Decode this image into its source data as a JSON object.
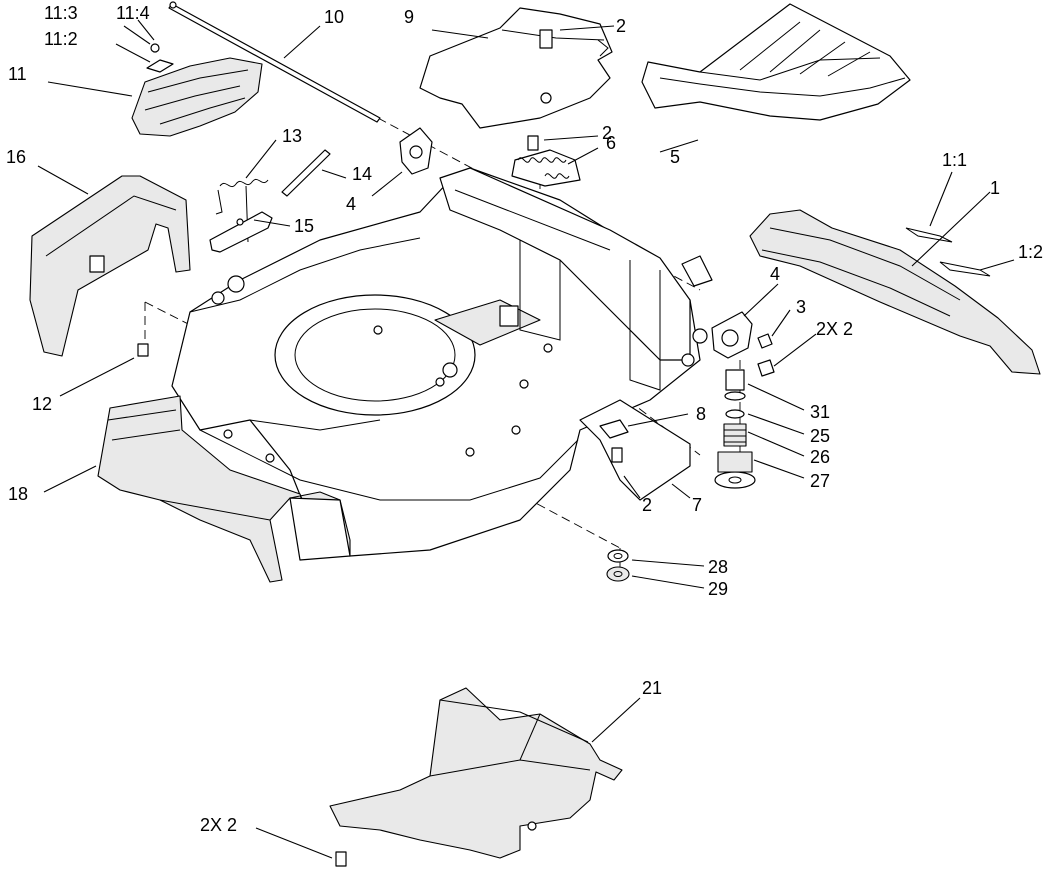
{
  "callouts": [
    {
      "id": "c-11-3",
      "text": "11:3"
    },
    {
      "id": "c-11-4",
      "text": "11:4"
    },
    {
      "id": "c-10",
      "text": "10"
    },
    {
      "id": "c-9",
      "text": "9"
    },
    {
      "id": "c-2-a",
      "text": "2"
    },
    {
      "id": "c-11-2",
      "text": "11:2"
    },
    {
      "id": "c-11",
      "text": "11"
    },
    {
      "id": "c-2-b",
      "text": "2"
    },
    {
      "id": "c-6",
      "text": "6"
    },
    {
      "id": "c-5",
      "text": "5"
    },
    {
      "id": "c-13",
      "text": "13"
    },
    {
      "id": "c-16",
      "text": "16"
    },
    {
      "id": "c-14",
      "text": "14"
    },
    {
      "id": "c-1-1",
      "text": "1:1"
    },
    {
      "id": "c-1",
      "text": "1"
    },
    {
      "id": "c-4-a",
      "text": "4"
    },
    {
      "id": "c-15",
      "text": "15"
    },
    {
      "id": "c-1-2",
      "text": "1:2"
    },
    {
      "id": "c-4-b",
      "text": "4"
    },
    {
      "id": "c-3",
      "text": "3"
    },
    {
      "id": "c-2x2-a",
      "text": "2X 2"
    },
    {
      "id": "c-12",
      "text": "12"
    },
    {
      "id": "c-31",
      "text": "31"
    },
    {
      "id": "c-8",
      "text": "8"
    },
    {
      "id": "c-25",
      "text": "25"
    },
    {
      "id": "c-26",
      "text": "26"
    },
    {
      "id": "c-27",
      "text": "27"
    },
    {
      "id": "c-18",
      "text": "18"
    },
    {
      "id": "c-2-c",
      "text": "2"
    },
    {
      "id": "c-7",
      "text": "7"
    },
    {
      "id": "c-28",
      "text": "28"
    },
    {
      "id": "c-29",
      "text": "29"
    },
    {
      "id": "c-21",
      "text": "21"
    },
    {
      "id": "c-2x2-b",
      "text": "2X 2"
    }
  ]
}
